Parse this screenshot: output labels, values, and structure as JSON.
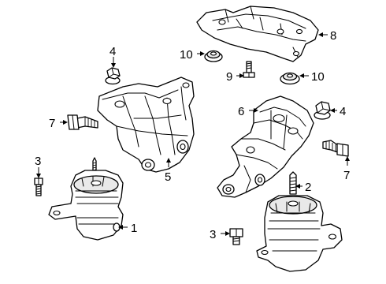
{
  "callouts": [
    {
      "id": "c1",
      "text": "1"
    },
    {
      "id": "c2",
      "text": "2"
    },
    {
      "id": "c3a",
      "text": "3"
    },
    {
      "id": "c3b",
      "text": "3"
    },
    {
      "id": "c4a",
      "text": "4"
    },
    {
      "id": "c4b",
      "text": "4"
    },
    {
      "id": "c5",
      "text": "5"
    },
    {
      "id": "c6",
      "text": "6"
    },
    {
      "id": "c7a",
      "text": "7"
    },
    {
      "id": "c7b",
      "text": "7"
    },
    {
      "id": "c8",
      "text": "8"
    },
    {
      "id": "c9",
      "text": "9"
    },
    {
      "id": "c10a",
      "text": "10"
    },
    {
      "id": "c10b",
      "text": "10"
    }
  ],
  "colors": {
    "line": "#000000",
    "background": "#ffffff",
    "shade": "#e9e9e9"
  }
}
